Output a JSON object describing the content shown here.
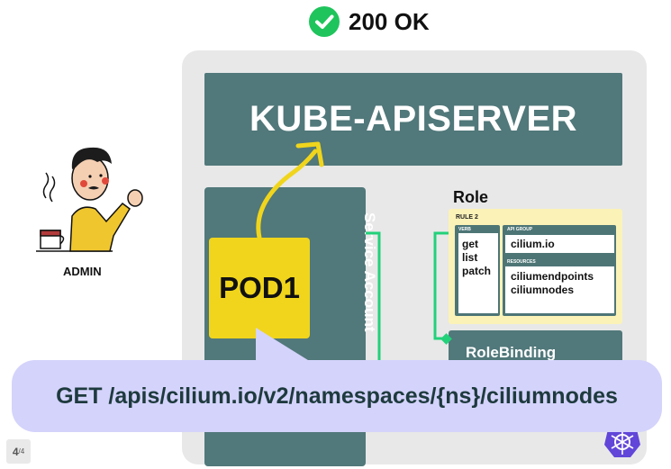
{
  "status": {
    "text": "200 OK",
    "icon": "check-circle-icon",
    "color": "#1fc45c"
  },
  "apiserver": {
    "label": "KUBE-APISERVER"
  },
  "service_account": {
    "label": "Service Account"
  },
  "pod": {
    "label": "POD1"
  },
  "role": {
    "title": "Role",
    "rule_label": "RULE 2",
    "verb_header": "VERB",
    "verbs": [
      "get",
      "list",
      "patch"
    ],
    "api_group_header": "API GROUP",
    "api_group": "cilium.io",
    "resources_header": "RESOURCES",
    "resources": [
      "ciliumendpoints",
      "ciliumnodes"
    ]
  },
  "rolebinding": {
    "label": "RoleBinding"
  },
  "admin": {
    "label": "ADMIN"
  },
  "request": {
    "text": "GET /apis/cilium.io/v2/namespaces/{ns}/ciliumnodes"
  },
  "page": {
    "current": "4",
    "total": "/4"
  },
  "colors": {
    "teal": "#51787a",
    "yellow": "#f0d51c",
    "connector": "#22d17a",
    "bubble": "#d4d3fb",
    "k8s": "#6146d9"
  }
}
